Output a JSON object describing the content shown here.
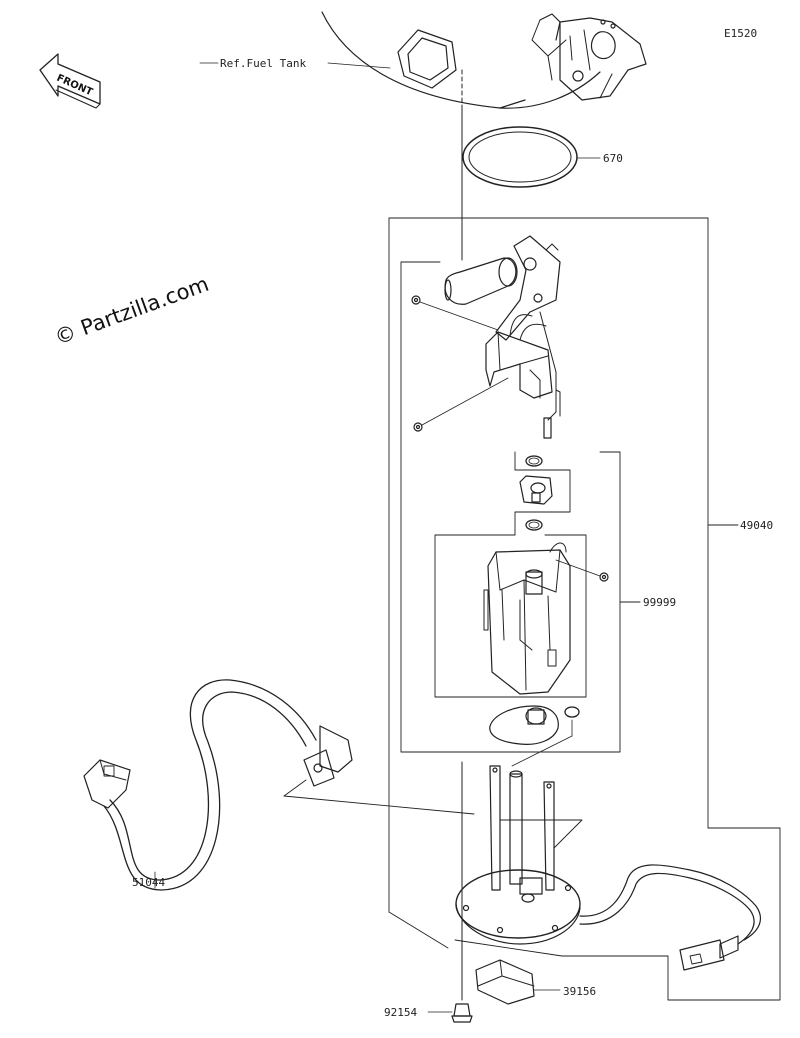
{
  "diagram": {
    "code": "E1520",
    "watermark": "© Partzilla.com",
    "front_label": "FRONT",
    "ref_label": "Ref.Fuel Tank",
    "callouts": [
      {
        "id": "670",
        "text": "670"
      },
      {
        "id": "49040",
        "text": "49040"
      },
      {
        "id": "99999",
        "text": "99999"
      },
      {
        "id": "51044",
        "text": "51044"
      },
      {
        "id": "39156",
        "text": "39156"
      },
      {
        "id": "92154",
        "text": "92154"
      }
    ]
  },
  "colors": {
    "line": "#222222",
    "background": "#ffffff"
  }
}
